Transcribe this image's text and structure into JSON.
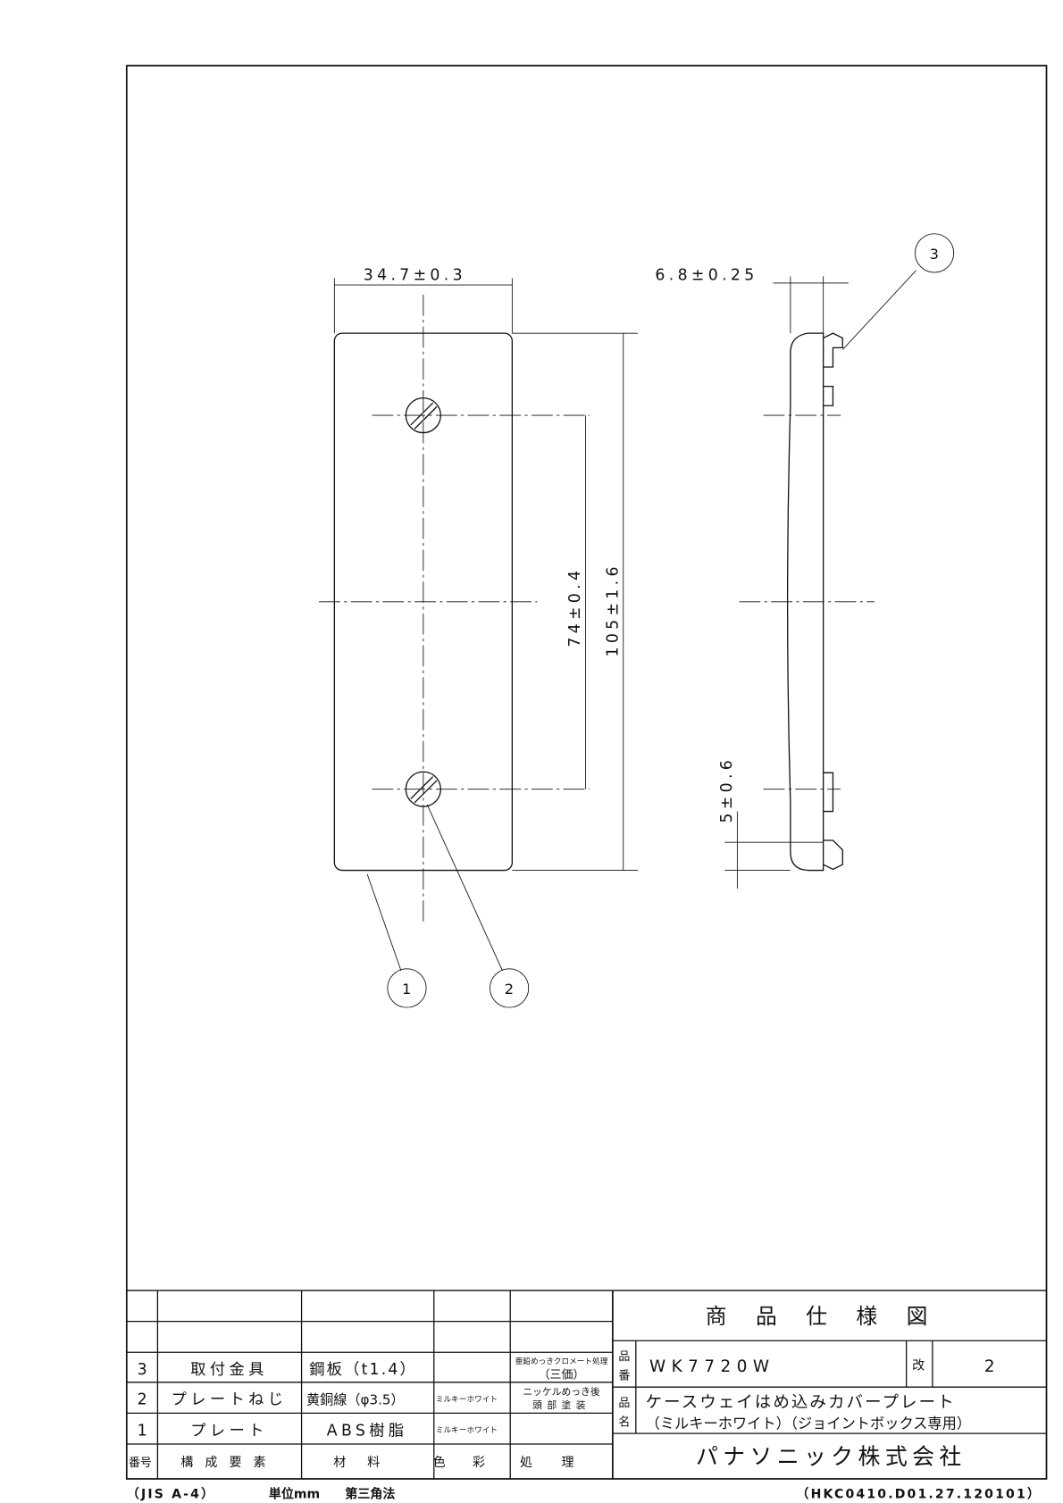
{
  "drawing": {
    "dim_width": "34.7±0.3",
    "dim_thickness": "6.8±0.25",
    "dim_pitch": "74±0.4",
    "dim_height": "105±1.6",
    "dim_offset": "5±0.6",
    "balloons": [
      "1",
      "2",
      "3"
    ]
  },
  "parts_table": {
    "headers": [
      "番号",
      "構成要素",
      "材料",
      "色彩",
      "処理"
    ],
    "rows": [
      {
        "no": "3",
        "name": "取付金具",
        "material": "鋼板（t1.4）",
        "color": "",
        "treatment_1": "亜鉛めっきクロメート処理",
        "treatment_2": "（三価）"
      },
      {
        "no": "2",
        "name": "プレートねじ",
        "material": "黄銅線（φ3.5）",
        "color": "ミルキーホワイト",
        "treatment_1": "ニッケルめっき後",
        "treatment_2": "頭部塗装"
      },
      {
        "no": "1",
        "name": "プレート",
        "material": "ABS樹脂",
        "color": "ミルキーホワイト",
        "treatment_1": "",
        "treatment_2": ""
      }
    ]
  },
  "title_block": {
    "title": "商品仕様図",
    "part_no_label_1": "品",
    "part_no_label_2": "番",
    "part_no": "WK7720W",
    "rev_label": "改",
    "rev": "2",
    "name_label_1": "品",
    "name_label_2": "名",
    "name_line1": "ケースウェイはめ込みカバープレート",
    "name_line2": "（ミルキーホワイト）（ジョイントボックス専用）",
    "company": "パナソニック株式会社"
  },
  "footer": {
    "standard": "（JIS A-4）",
    "unit": "単位mm",
    "projection": "第三角法",
    "code": "（HKC0410.D01.27.120101）"
  }
}
